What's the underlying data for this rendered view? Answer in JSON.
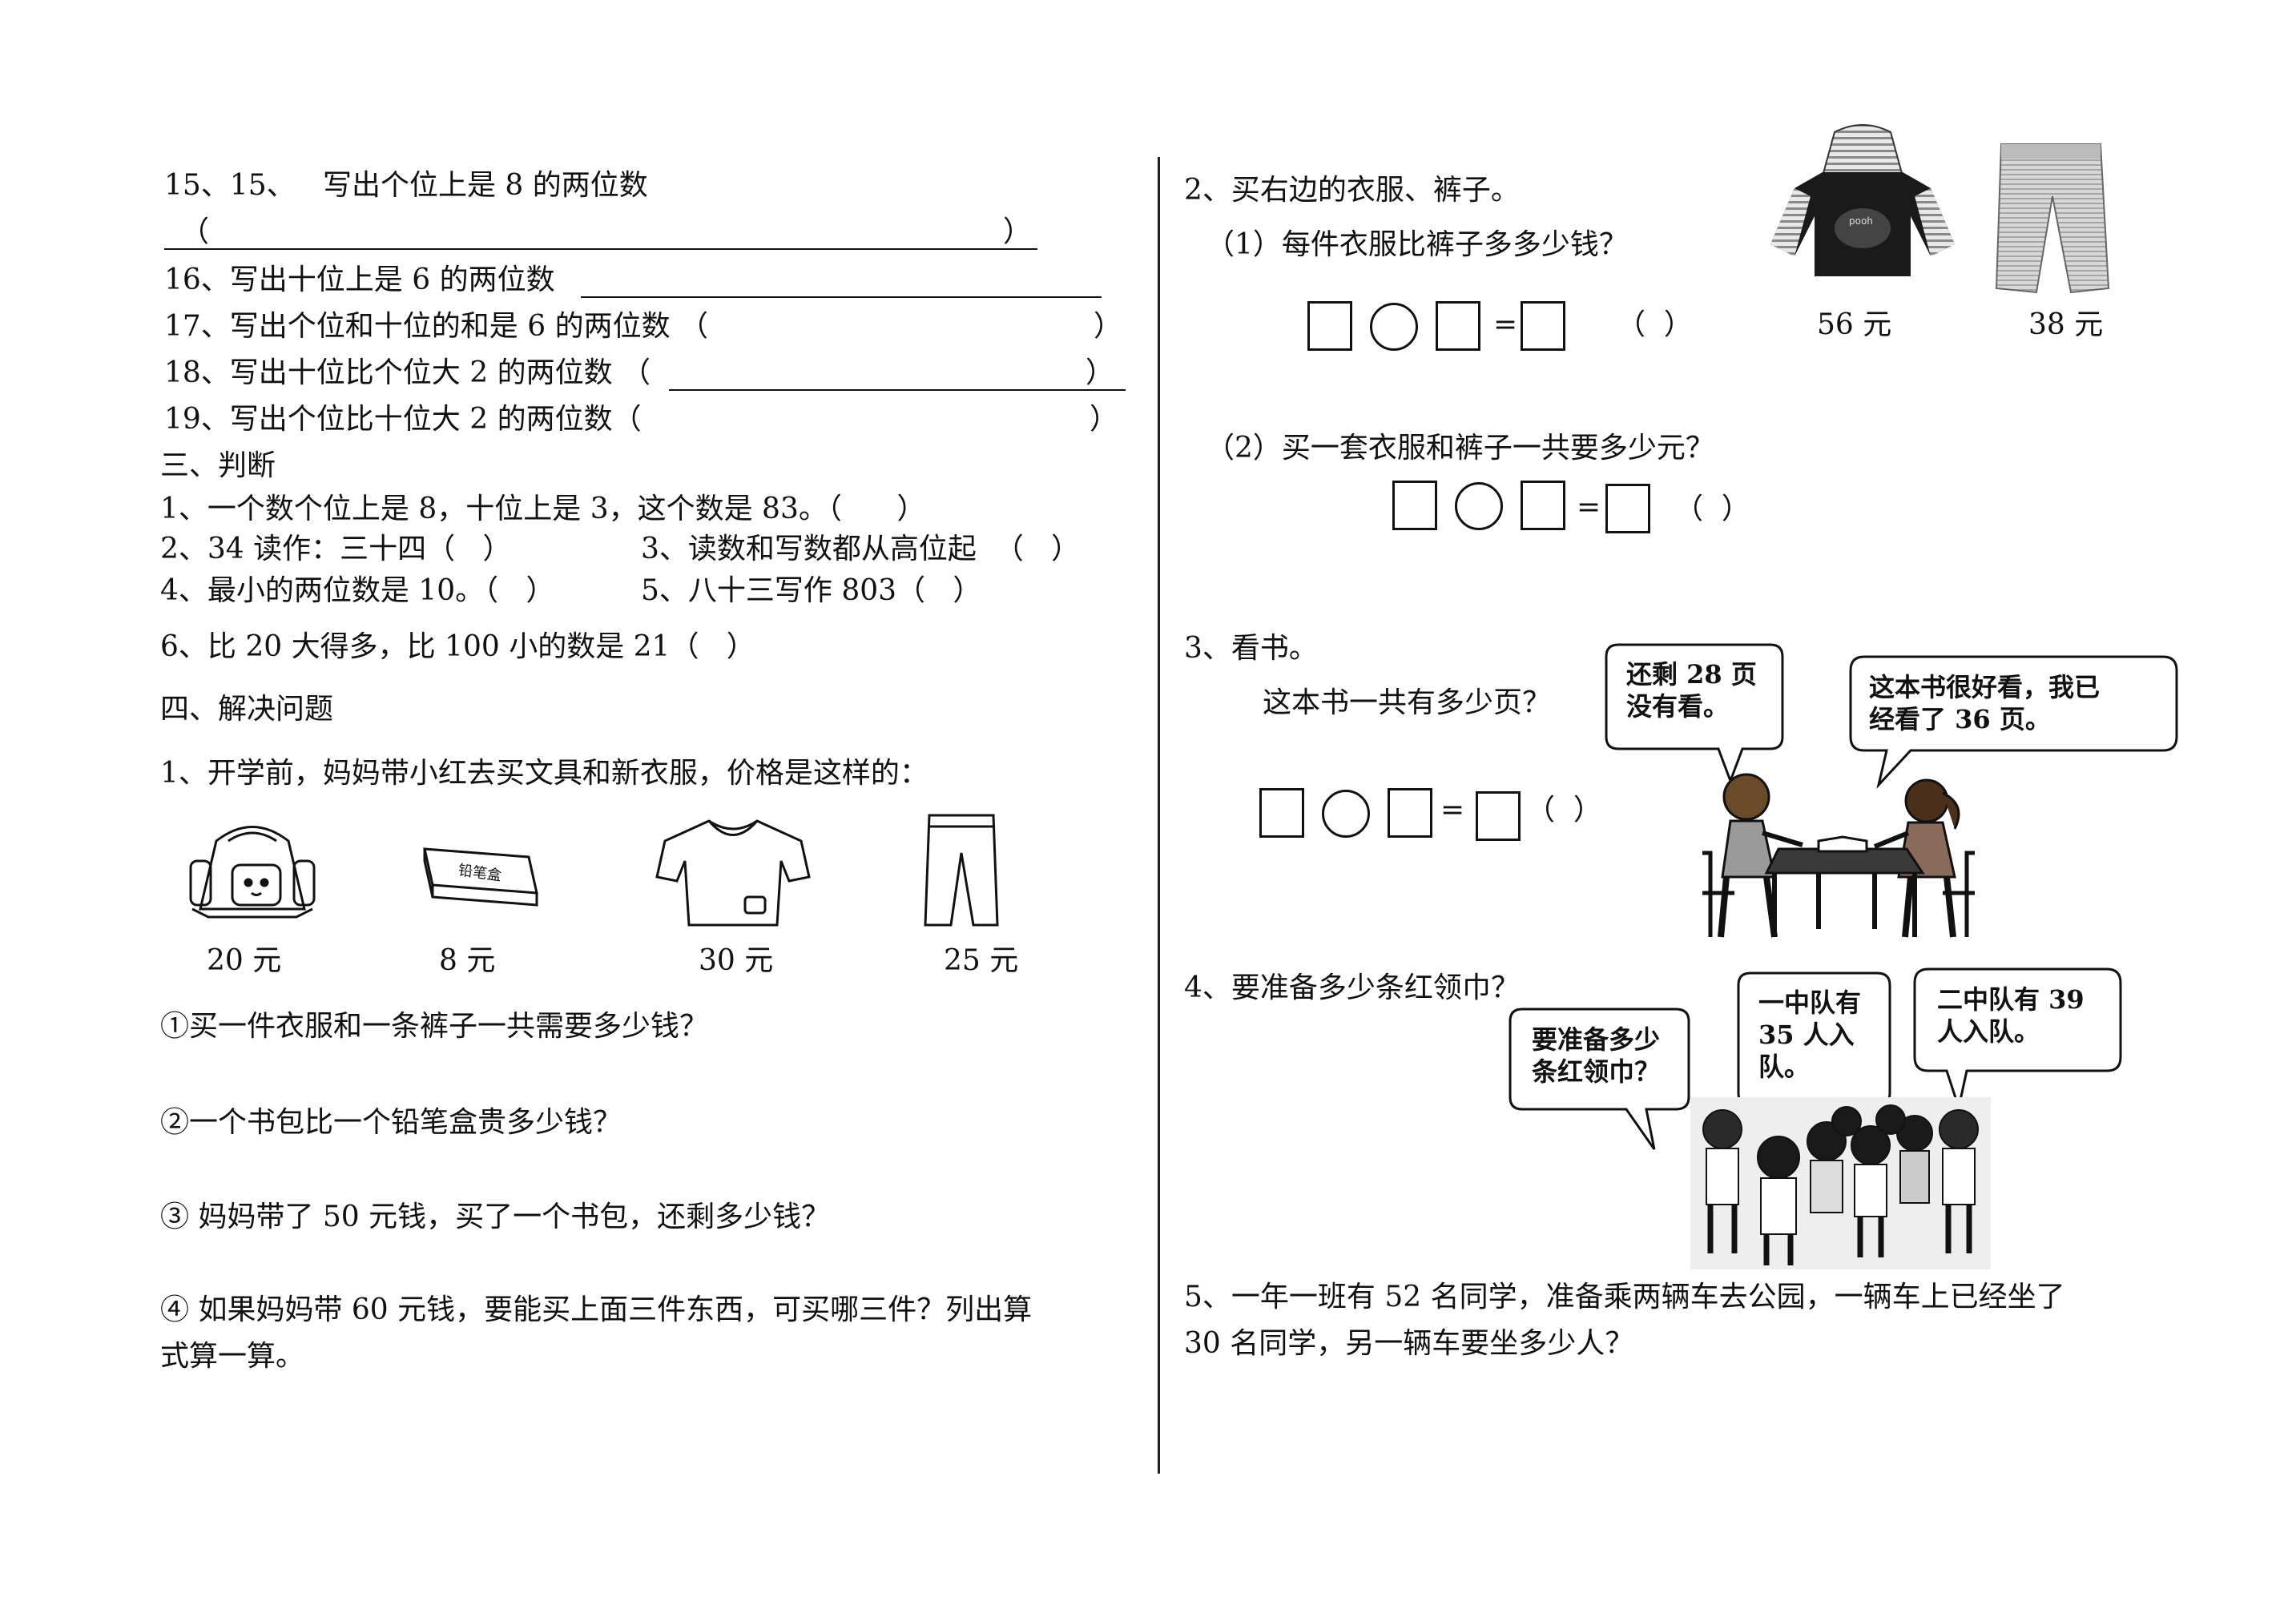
{
  "left": {
    "q15": "15、15、   写出个位上是 8 的两位数",
    "q15_open": "（",
    "q15_close": "）",
    "q16": "16、写出十位上是 6 的两位数",
    "q17": "17、写出个位和十位的和是 6 的两位数 （",
    "q17_close": "）",
    "q18": "18、写出十位比个位大 2 的两位数 （",
    "q18_close": "）",
    "q19": "19、写出个位比十位大 2 的两位数（",
    "q19_close": "）",
    "sec3": "三、判断",
    "j1": "1、一个数个位上是 8，十位上是 3，这个数是 83。（      ）",
    "j2": "2、34 读作：三十四（   ）",
    "j3": "3、读数和写数都从高位起  （   ）",
    "j4": "4、最小的两位数是 10。（   ）",
    "j5": "5、八十三写作 803（   ）",
    "j6": "6、比 20 大得多，比 100 小的数是 21（   ）",
    "sec4": "四、解决问题",
    "p1": "1、开学前，妈妈带小红去买文具和新衣服，价格是这样的：",
    "prices": [
      "20 元",
      "8 元",
      "30 元",
      "25 元"
    ],
    "pencil_box_label": "铅笔盒",
    "p1a": "①买一件衣服和一条裤子一共需要多少钱？",
    "p1b": "②一个书包比一个铅笔盒贵多少钱？",
    "p1c": "③ 妈妈带了 50 元钱，买了一个书包，还剩多少钱？",
    "p1d1": "④ 如果妈妈带 60 元钱，要能买上面三件东西，可买哪三件？列出算",
    "p1d2": "式算一算。"
  },
  "right": {
    "q2": "2、买右边的衣服、裤子。",
    "q2a": "（1）每件衣服比裤子多多少钱？",
    "q2b": "（2）买一套衣服和裤子一共要多少元？",
    "eq_sign": "=",
    "paren": "（  ）",
    "shirt_price": "56 元",
    "pants_price": "38 元",
    "q3": "3、看书。",
    "q3a": "这本书一共有多少页？",
    "bubble1": "还剩 28 页\n没有看。",
    "bubble2": "这本书很好看，我已\n经看了 36 页。",
    "q4": "4、要准备多少条红领巾？",
    "bubble3": "要准备多少\n条红领巾？",
    "bubble4": "一中队有\n35 人入\n队。",
    "bubble5": "二中队有 39\n人入队。",
    "q5a": "5、一年一班有 52 名同学，准备乘两辆车去公园，一辆车上已经坐了",
    "q5b": "30 名同学，另一辆车要坐多少人？"
  }
}
